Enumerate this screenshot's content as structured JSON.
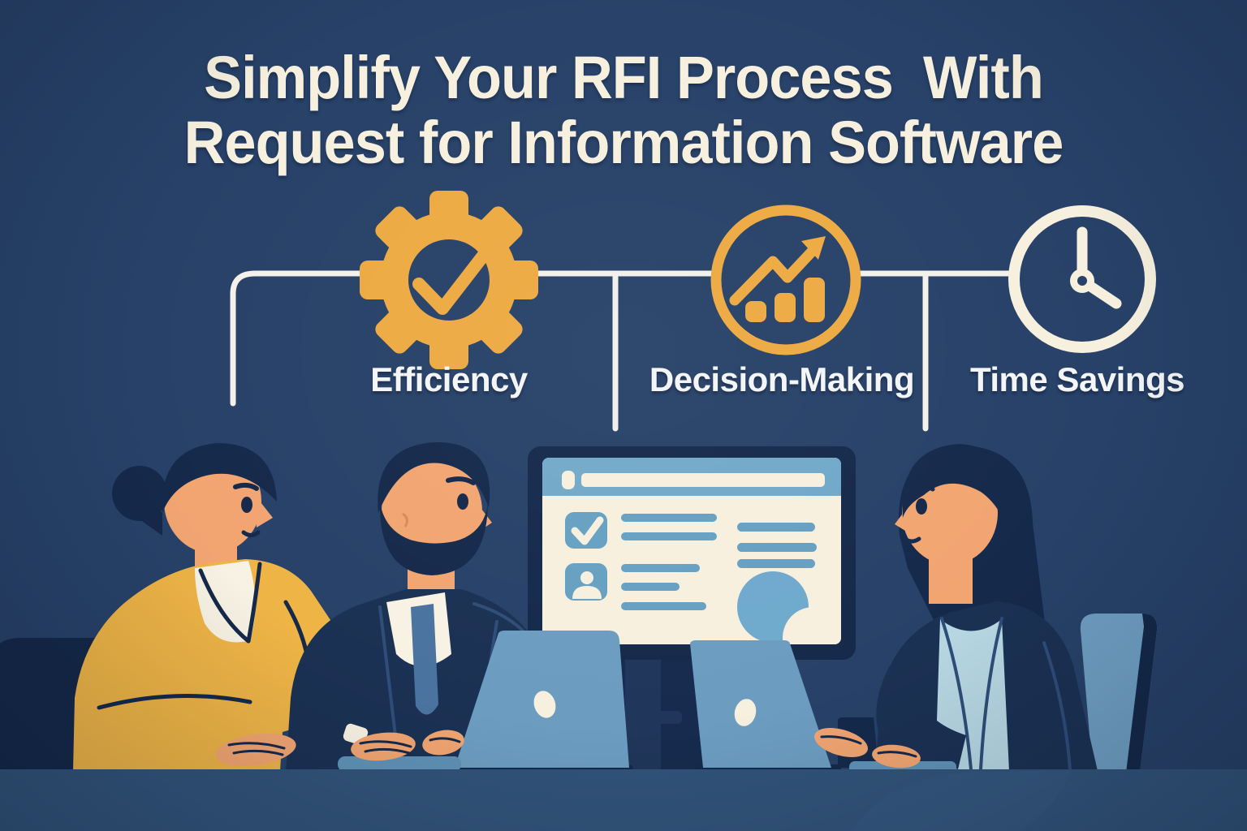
{
  "title": {
    "line1": "Simplify Your RFI Process  With",
    "line2": "Request for Information Software"
  },
  "features": [
    {
      "label": "Efficiency",
      "icon": "gear-check-icon"
    },
    {
      "label": "Decision-Making",
      "icon": "growth-chart-icon"
    },
    {
      "label": "Time Savings",
      "icon": "clock-icon"
    }
  ],
  "colors": {
    "background_navy": "#274168",
    "accent_amber": "#edaa42",
    "cream": "#f7f0de",
    "label_white": "#f4f5f6",
    "connector_line": "#f3f1ea",
    "dark_navy": "#15294b",
    "steel_blue": "#6c9dc1",
    "screen_widget_blue": "#67a0c2",
    "desk_blue": "#315379",
    "skin": "#f2a571",
    "blazer_yellow": "#eeb446",
    "light_blue_top": "#b7d7e2",
    "tie_blue": "#4a749f"
  }
}
